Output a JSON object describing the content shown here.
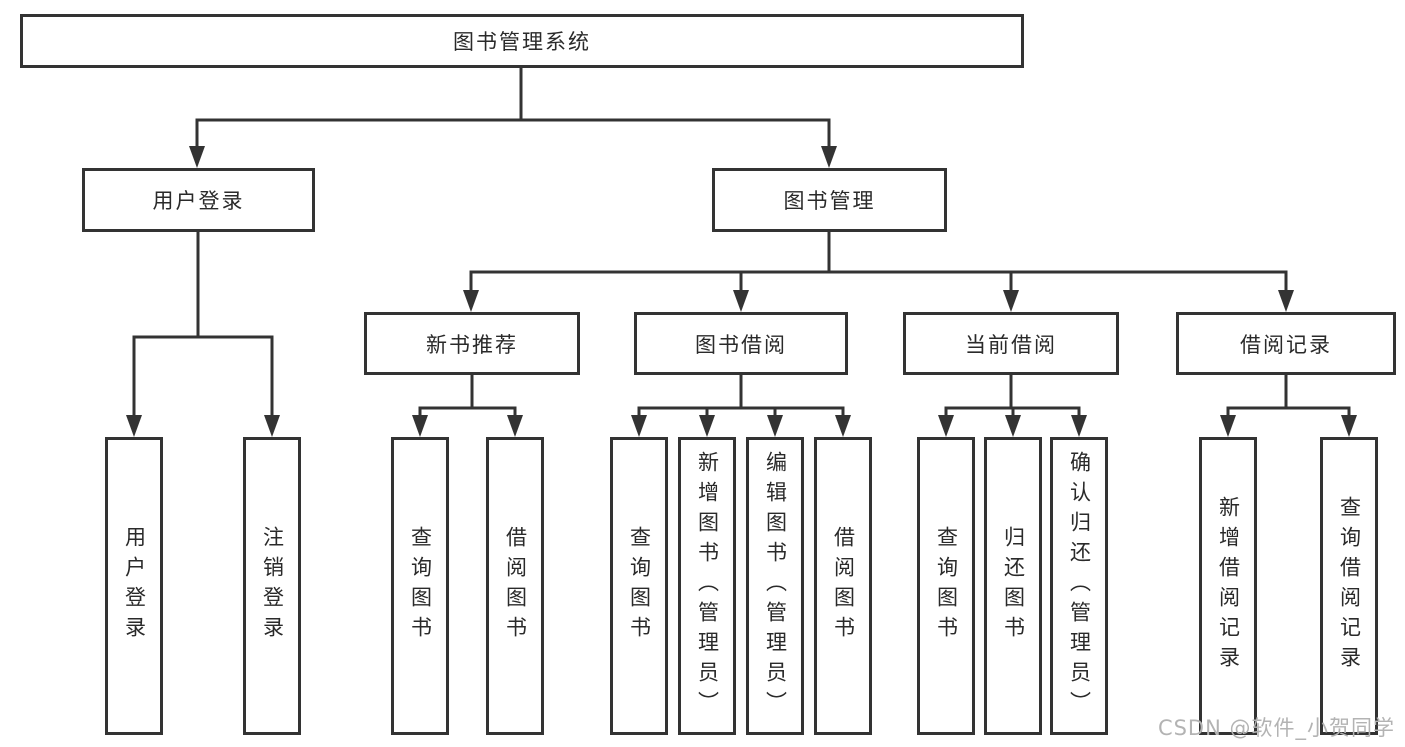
{
  "diagram": {
    "tree": {
      "root": {
        "label": "图书管理系统",
        "children": [
          {
            "label": "用户登录",
            "children": [
              {
                "label": "用户登录"
              },
              {
                "label": "注销登录"
              }
            ]
          },
          {
            "label": "图书管理",
            "children": [
              {
                "label": "新书推荐",
                "children": [
                  {
                    "label": "查询图书"
                  },
                  {
                    "label": "借阅图书"
                  }
                ]
              },
              {
                "label": "图书借阅",
                "children": [
                  {
                    "label": "查询图书"
                  },
                  {
                    "label": "新增图书（管理员）"
                  },
                  {
                    "label": "编辑图书（管理员）"
                  },
                  {
                    "label": "借阅图书"
                  }
                ]
              },
              {
                "label": "当前借阅",
                "children": [
                  {
                    "label": "查询图书"
                  },
                  {
                    "label": "归还图书"
                  },
                  {
                    "label": "确认归还（管理员）"
                  }
                ]
              },
              {
                "label": "借阅记录",
                "children": [
                  {
                    "label": "新增借阅记录"
                  },
                  {
                    "label": "查询借阅记录"
                  }
                ]
              }
            ]
          }
        ]
      }
    },
    "watermark": "CSDN @软件_小贺同学",
    "colors": {
      "line": "#333333",
      "text": "#2a2a2a",
      "box_fill": "#ffffff",
      "watermark": "#b3b3b3"
    }
  }
}
